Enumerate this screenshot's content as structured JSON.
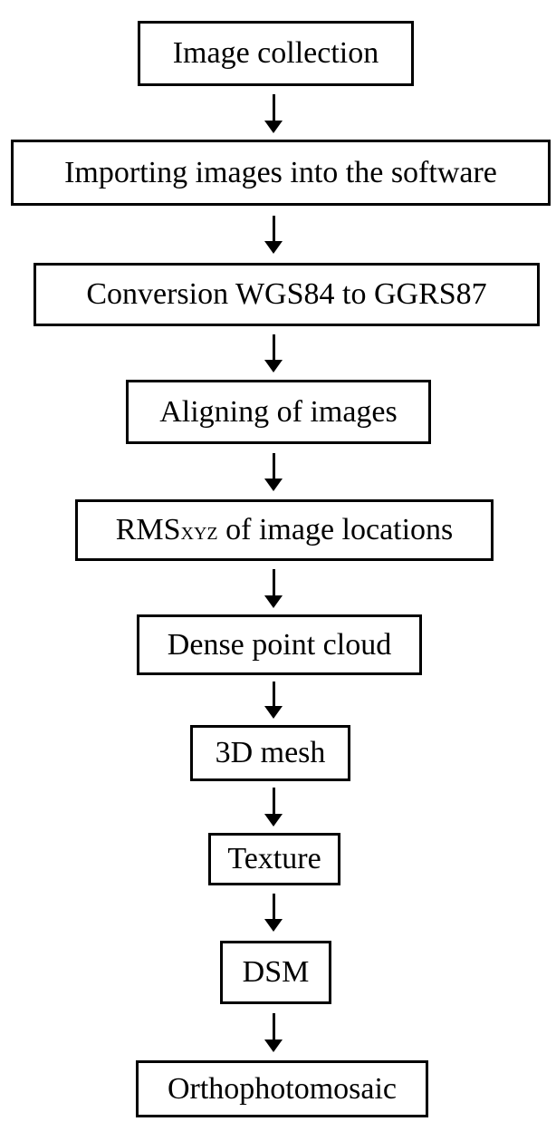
{
  "flowchart": {
    "steps": [
      {
        "label": "Image collection"
      },
      {
        "label": "Importing images into the software"
      },
      {
        "label": "Conversion WGS84 to GGRS87"
      },
      {
        "label": "Aligning of images"
      },
      {
        "label_main": "RMS",
        "label_sub": "XYZ",
        "label_rest": " of image locations"
      },
      {
        "label": "Dense point cloud"
      },
      {
        "label": "3D mesh"
      },
      {
        "label": "Texture"
      },
      {
        "label": "DSM"
      },
      {
        "label": "Orthophotomosaic"
      }
    ],
    "connector": "arrow-down",
    "colors": {
      "stroke": "#000000",
      "fill": "#ffffff"
    }
  }
}
